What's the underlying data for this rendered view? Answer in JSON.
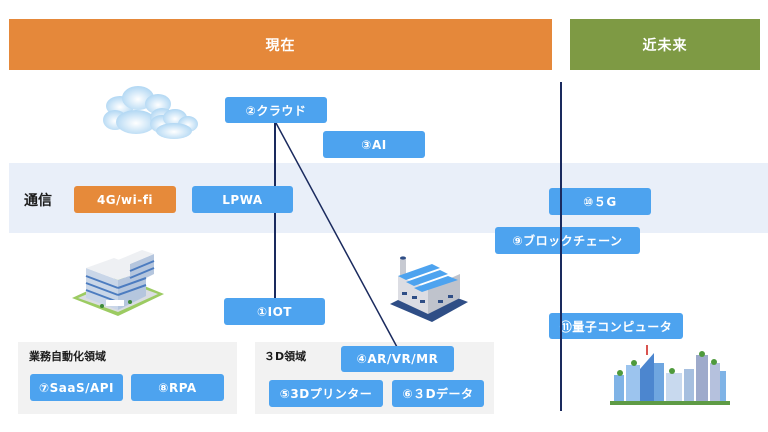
{
  "headers": {
    "present": "現在",
    "near_future": "近未来"
  },
  "colors": {
    "present": "#E5883A",
    "near_future": "#7E9A44",
    "item_blue": "#4DA3EF",
    "item_orange": "#E68A3A",
    "band": "#E9EFF9",
    "area": "#F2F2F2",
    "line": "#1A2A5E"
  },
  "comm_band": {
    "label": "通信",
    "items": [
      "4G/wi-fi",
      "LPWA"
    ]
  },
  "items": {
    "iot": "①IOT",
    "cloud": "②クラウド",
    "ai": "③AI",
    "ar_vr_mr": "④AR/VR/MR",
    "printer_3d": "⑤3Dプリンター",
    "data_3d": "⑥３Dデータ",
    "saas_api": "⑦SaaS/API",
    "rpa": "⑧RPA",
    "blockchain": "⑨ブロックチェーン",
    "5g": "⑩５G",
    "quantum": "⑪量子コンピュータ"
  },
  "areas": {
    "business_automation": "業務自動化領域",
    "three_d": "３D領域"
  },
  "illustrations": [
    "cloud-icon",
    "office-building-icon",
    "factory-icon",
    "future-city-icon"
  ]
}
